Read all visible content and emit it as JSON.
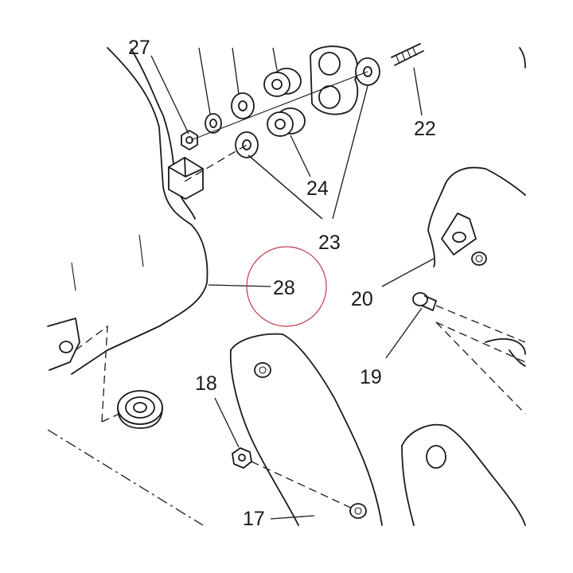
{
  "callouts": {
    "c17": "17",
    "c18": "18",
    "c19": "19",
    "c20": "20",
    "c22": "22",
    "c23": "23",
    "c24": "24",
    "c27": "27",
    "c28": "28"
  },
  "highlighted_callout": "28",
  "colors": {
    "line": "#1a1a1a",
    "highlight": "#c0394a",
    "background": "#ffffff"
  }
}
